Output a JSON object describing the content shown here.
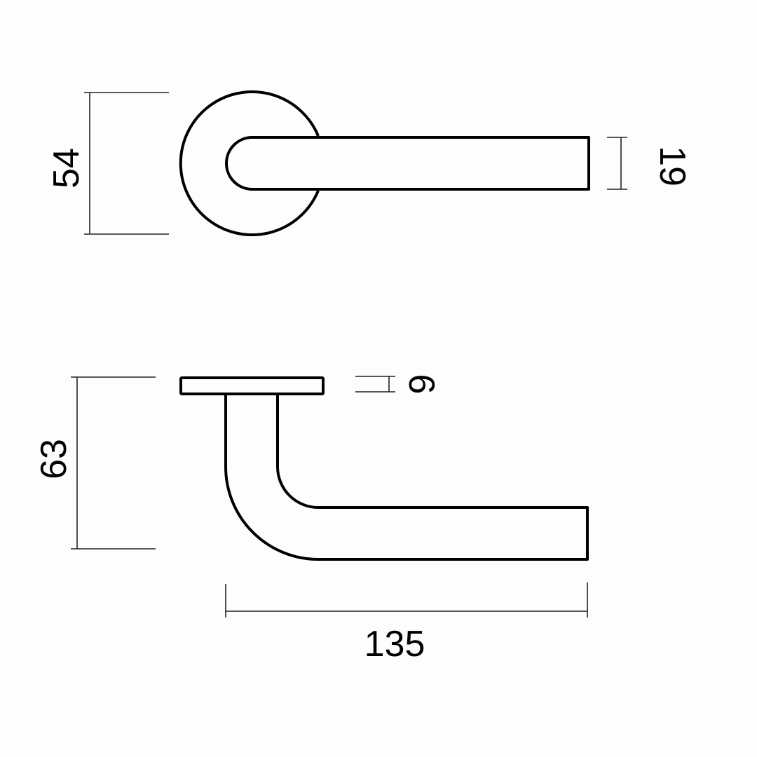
{
  "drawing": {
    "subject": "Door lever handle on round rose",
    "stroke_color": "#000000",
    "dimension_line_color": "#222222",
    "background": "#fdfdfd",
    "top_view": {
      "rose_diameter_label": "54",
      "lever_width_label": "19"
    },
    "side_view": {
      "overall_height_label": "63",
      "rose_thickness_label": "6",
      "lever_projection_label": "135"
    }
  }
}
